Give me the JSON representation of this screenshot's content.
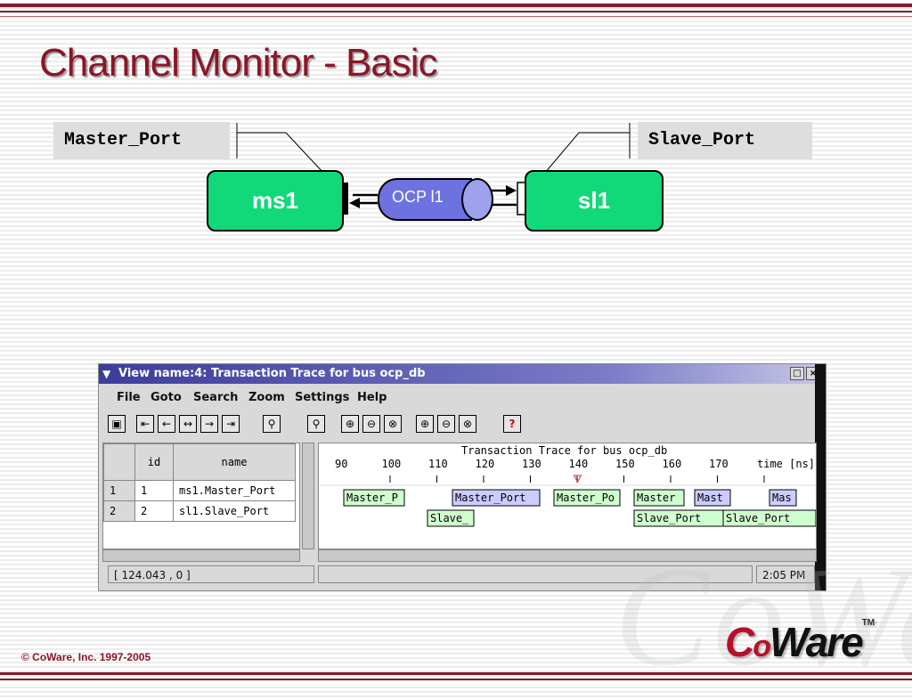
{
  "slide": {
    "title": "Channel Monitor - Basic",
    "copyright": "© CoWare, Inc. 1997-2005",
    "logo": {
      "c": "C",
      "o": "o",
      "w": "Ware",
      "tm": "TM"
    },
    "watermark": "CoWare"
  },
  "diagram": {
    "master_port_label": "Master_Port",
    "slave_port_label": "Slave_Port",
    "master_block": "ms1",
    "slave_block": "sl1",
    "channel_label": "OCP l1",
    "colors": {
      "block": "#11d97a",
      "channel": "#6d72e0",
      "title": "#8b1628"
    }
  },
  "window": {
    "title": "View name:4: Transaction Trace for bus ocp_db",
    "menu": [
      "File",
      "Goto",
      "Search",
      "Zoom",
      "Settings",
      "Help"
    ],
    "toolbar_icons": [
      "save-icon",
      "first-icon",
      "prev-icon",
      "fit-icon",
      "next-icon",
      "last-icon",
      "inspect-icon",
      "zoom-icon",
      "zoom-in-icon",
      "zoom-out-icon",
      "zoom-x-icon",
      "zoom-in-y-icon",
      "zoom-out-y-icon",
      "zoom-y-icon",
      "help-icon"
    ],
    "table": {
      "headers": [
        "",
        "id",
        "name"
      ],
      "rows": [
        [
          "1",
          "1",
          "ms1.Master_Port"
        ],
        [
          "2",
          "2",
          "sl1.Slave_Port"
        ]
      ]
    },
    "trace": {
      "title": "Transaction Trace for bus ocp_db",
      "ticks": [
        "90",
        "100",
        "110",
        "120",
        "130",
        "140",
        "150",
        "160",
        "170"
      ],
      "unit_label": "time [ns]",
      "cursor_time": 140,
      "row1": [
        "Master_P",
        "Master_Port",
        "Master_Po",
        "Master",
        "Mast",
        "Mas"
      ],
      "row2": [
        "Slave_",
        "Slave_Port",
        "Slave_Port"
      ]
    },
    "status": {
      "coords": "[ 124.043 , 0 ]",
      "time": "2:05 PM"
    }
  }
}
